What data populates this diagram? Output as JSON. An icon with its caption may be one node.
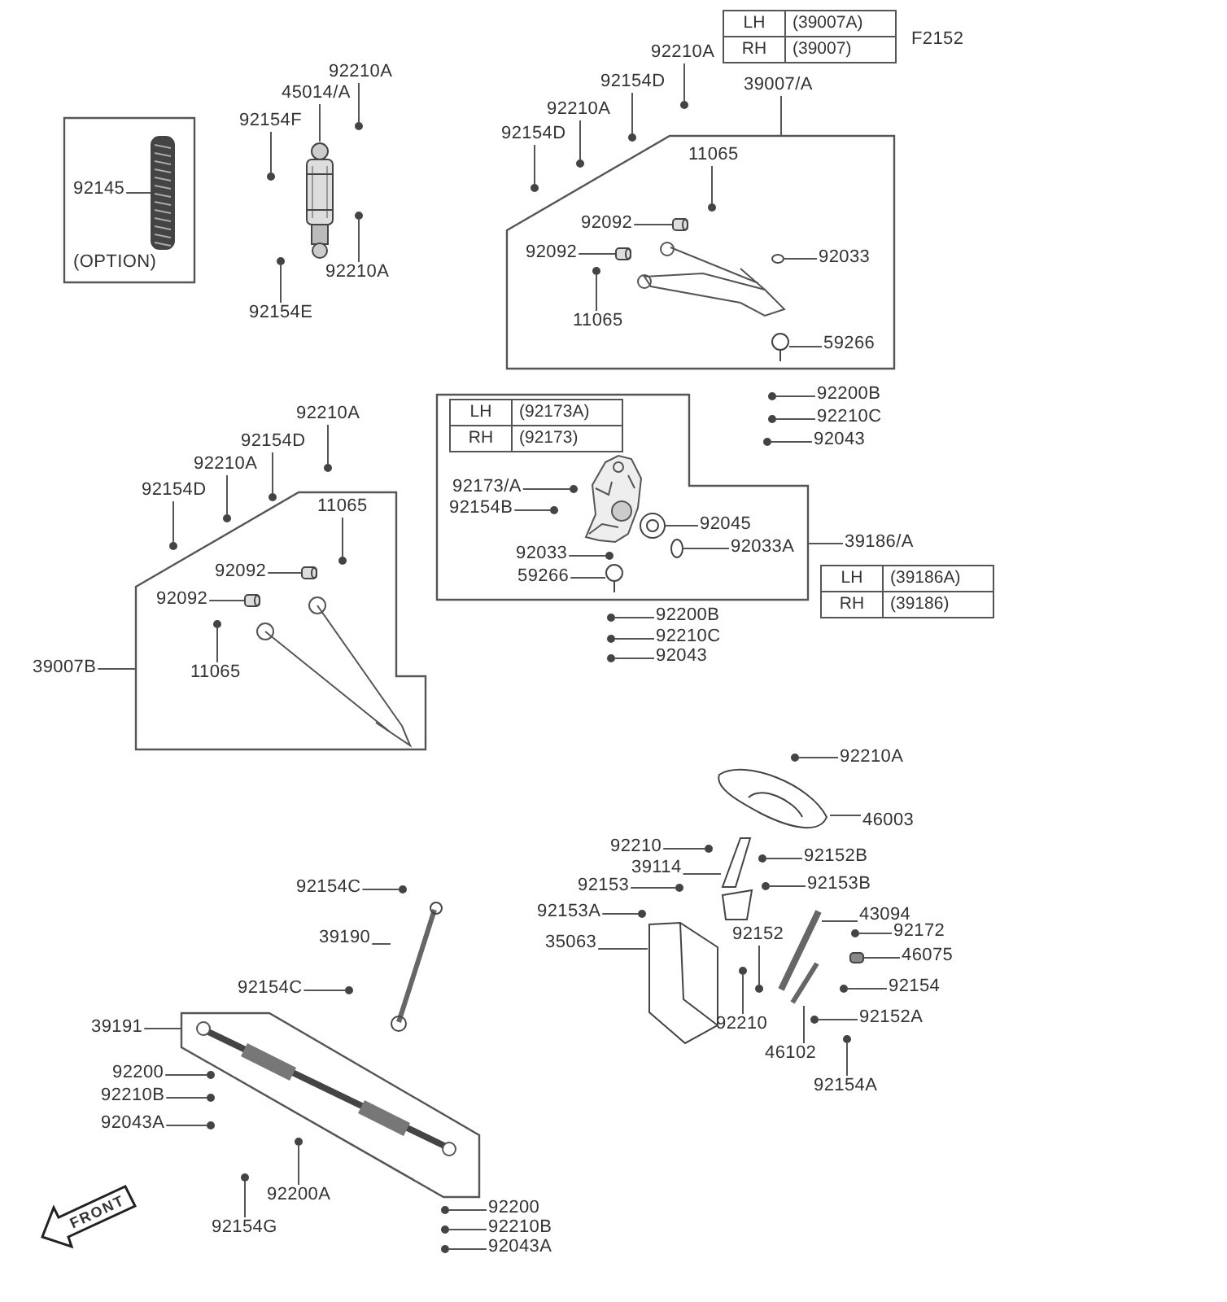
{
  "diagram": {
    "nodes": [
      {
        "text": [
          "(OPTION)"
        ]
      },
      {
        "text": [
          "92145"
        ],
        "in": 0
      },
      {
        "text": [
          "92210A"
        ]
      },
      {
        "text": [
          "45014/A"
        ]
      },
      {
        "text": [
          "92154F"
        ]
      },
      {
        "text": [
          "92210A"
        ]
      },
      {
        "text": [
          "92154E"
        ]
      },
      {
        "text": [
          "92210A"
        ]
      },
      {
        "text": [
          "92154D"
        ]
      },
      {
        "text": [
          "92210A"
        ]
      },
      {
        "text": [
          "92154D"
        ]
      },
      {
        "text": [
          "39007/A"
        ]
      },
      {
        "text": [],
        "shape": "box"
      },
      {
        "text": [
          "11065"
        ],
        "in": 12
      },
      {
        "text": [
          "92092"
        ],
        "in": 12
      },
      {
        "text": [
          "92092"
        ],
        "in": 12
      },
      {
        "text": [
          "92033"
        ],
        "in": 12
      },
      {
        "text": [
          "11065"
        ],
        "in": 12
      },
      {
        "text": [
          "59266"
        ],
        "in": 12
      },
      {
        "text": [
          "92210A"
        ]
      },
      {
        "text": [
          "92154D"
        ]
      },
      {
        "text": [
          "92210A"
        ]
      },
      {
        "text": [
          "92154D"
        ]
      },
      {
        "text": [
          "39007B"
        ]
      },
      {
        "text": [],
        "shape": "box"
      },
      {
        "text": [
          "11065"
        ],
        "in": 24
      },
      {
        "text": [
          "92092"
        ],
        "in": 24
      },
      {
        "text": [
          "92092"
        ],
        "in": 24
      },
      {
        "text": [
          "11065"
        ],
        "in": 24
      },
      {
        "text": [
          "92200B"
        ]
      },
      {
        "text": [
          "92210C"
        ]
      },
      {
        "text": [
          "92043"
        ]
      },
      {
        "text": [],
        "shape": "box"
      },
      {
        "text": [
          "92173/A"
        ],
        "in": 32
      },
      {
        "text": [
          "92154B"
        ],
        "in": 32
      },
      {
        "text": [
          "92045"
        ],
        "in": 32
      },
      {
        "text": [
          "92033A"
        ],
        "in": 32
      },
      {
        "text": [
          "92033"
        ],
        "in": 32
      },
      {
        "text": [
          "59266"
        ],
        "in": 32
      },
      {
        "text": [
          "39186/A"
        ]
      },
      {
        "text": [
          "92200B"
        ]
      },
      {
        "text": [
          "92210C"
        ]
      },
      {
        "text": [
          "92043"
        ]
      },
      {
        "text": [
          "92210A"
        ]
      },
      {
        "text": [
          "46003"
        ]
      },
      {
        "text": [
          "92210"
        ]
      },
      {
        "text": [
          "39114"
        ]
      },
      {
        "text": [
          "92152B"
        ]
      },
      {
        "text": [
          "92153"
        ]
      },
      {
        "text": [
          "92153B"
        ]
      },
      {
        "text": [
          "43094"
        ]
      },
      {
        "text": [
          "92153A"
        ]
      },
      {
        "text": [
          "92172"
        ]
      },
      {
        "text": [
          "92152"
        ]
      },
      {
        "text": [
          "35063"
        ]
      },
      {
        "text": [
          "46075"
        ]
      },
      {
        "text": [
          "92154"
        ]
      },
      {
        "text": [
          "92152A"
        ]
      },
      {
        "text": [
          "92210"
        ]
      },
      {
        "text": [
          "46102"
        ]
      },
      {
        "text": [
          "92154A"
        ]
      },
      {
        "text": [
          "92154C"
        ]
      },
      {
        "text": [
          "39190"
        ]
      },
      {
        "text": [
          "92154C"
        ]
      },
      {
        "text": [
          "39191"
        ]
      },
      {
        "text": [],
        "shape": "box"
      },
      {
        "text": [
          "92200"
        ]
      },
      {
        "text": [
          "92210B"
        ]
      },
      {
        "text": [
          "92043A"
        ]
      },
      {
        "text": [
          "92200A"
        ]
      },
      {
        "text": [
          "92154G"
        ]
      },
      {
        "text": [
          "92200"
        ]
      },
      {
        "text": [
          "92210B"
        ]
      },
      {
        "text": [
          "92043A"
        ]
      },
      {
        "text": [],
        "shape": "picture",
        "in": 0
      },
      {
        "text": [],
        "shape": "circle"
      },
      {
        "text": [],
        "shape": "picture"
      },
      {
        "text": [],
        "shape": "circle"
      },
      {
        "text": [],
        "shape": "circle"
      },
      {
        "text": [],
        "shape": "circle"
      },
      {
        "text": [],
        "shape": "circle"
      },
      {
        "text": [],
        "shape": "circle"
      },
      {
        "text": [],
        "shape": "circle"
      },
      {
        "text": [],
        "shape": "circle"
      },
      {
        "text": [],
        "shape": "circle",
        "in": 12
      },
      {
        "text": [],
        "shape": "cylinder",
        "in": 12
      },
      {
        "text": [],
        "shape": "cylinder",
        "in": 12
      },
      {
        "text": [],
        "shape": "circle",
        "in": 12
      },
      {
        "text": [],
        "shape": "circle",
        "in": 12
      },
      {
        "text": [],
        "shape": "picture",
        "in": 12
      },
      {
        "text": [],
        "shape": "circle"
      },
      {
        "text": [],
        "shape": "circle"
      },
      {
        "text": [],
        "shape": "circle"
      },
      {
        "text": [],
        "shape": "circle"
      },
      {
        "text": [],
        "shape": "circle",
        "in": 24
      },
      {
        "text": [],
        "shape": "cylinder",
        "in": 24
      },
      {
        "text": [],
        "shape": "cylinder",
        "in": 24
      },
      {
        "text": [],
        "shape": "circle",
        "in": 24
      },
      {
        "text": [],
        "shape": "circle"
      },
      {
        "text": [],
        "shape": "circle"
      },
      {
        "text": [],
        "shape": "circle"
      },
      {
        "text": [],
        "shape": "circle",
        "in": 32
      },
      {
        "text": [],
        "shape": "circle",
        "in": 32
      },
      {
        "text": [],
        "shape": "picture",
        "in": 32
      },
      {
        "text": [],
        "shape": "circle",
        "in": 32
      },
      {
        "text": [],
        "shape": "circle",
        "in": 32
      },
      {
        "text": [],
        "shape": "picture",
        "in": 32
      },
      {
        "text": [],
        "shape": "circle"
      },
      {
        "text": [],
        "shape": "circle"
      },
      {
        "text": [],
        "shape": "circle"
      },
      {
        "text": [],
        "shape": "circle"
      },
      {
        "text": [],
        "shape": "picture"
      },
      {
        "text": [],
        "shape": "circle"
      },
      {
        "text": [],
        "shape": "picture"
      },
      {
        "text": [],
        "shape": "circle"
      },
      {
        "text": [],
        "shape": "circle"
      },
      {
        "text": [],
        "shape": "circle"
      },
      {
        "text": [],
        "shape": "picture"
      },
      {
        "text": [],
        "shape": "circle"
      },
      {
        "text": [],
        "shape": "circle"
      },
      {
        "text": [],
        "shape": "circle"
      },
      {
        "text": [],
        "shape": "picture"
      },
      {
        "text": [],
        "shape": "box"
      },
      {
        "text": [],
        "shape": "circle"
      },
      {
        "text": [],
        "shape": "circle"
      },
      {
        "text": [],
        "shape": "circle"
      },
      {
        "text": [],
        "shape": "picture"
      },
      {
        "text": [],
        "shape": "circle"
      },
      {
        "text": [],
        "shape": "circle"
      },
      {
        "text": [],
        "shape": "picture"
      },
      {
        "text": [],
        "shape": "circle"
      },
      {
        "text": [],
        "shape": "circle"
      },
      {
        "text": [],
        "shape": "circle"
      },
      {
        "text": [],
        "shape": "circle"
      },
      {
        "text": [],
        "shape": "circle"
      },
      {
        "text": [],
        "shape": "circle"
      },
      {
        "text": [],
        "shape": "circle"
      },
      {
        "text": [],
        "shape": "circle"
      },
      {
        "text": [],
        "shape": "circle"
      }
    ],
    "edges": [
      {
        "from": 1,
        "to": 74,
        "arrow": "none"
      },
      {
        "from": 2,
        "to": 75,
        "arrow": "none"
      },
      {
        "from": 3,
        "to": 76,
        "arrow": "none"
      },
      {
        "from": 4,
        "to": 77,
        "arrow": "none"
      },
      {
        "from": 5,
        "to": 78,
        "arrow": "none"
      },
      {
        "from": 6,
        "to": 79,
        "arrow": "none"
      },
      {
        "from": 7,
        "to": 80,
        "arrow": "none"
      },
      {
        "from": 8,
        "to": 81,
        "arrow": "none"
      },
      {
        "from": 9,
        "to": 82,
        "arrow": "none"
      },
      {
        "from": 10,
        "to": 83,
        "arrow": "none"
      },
      {
        "from": 11,
        "to": 12,
        "arrow": "none"
      },
      {
        "from": 13,
        "to": 84,
        "arrow": "none"
      },
      {
        "from": 14,
        "to": 85,
        "arrow": "none"
      },
      {
        "from": 15,
        "to": 86,
        "arrow": "none"
      },
      {
        "from": 16,
        "to": 87,
        "arrow": "none"
      },
      {
        "from": 17,
        "to": 88,
        "arrow": "none"
      },
      {
        "from": 18,
        "to": 89,
        "arrow": "none"
      },
      {
        "from": 19,
        "to": 90,
        "arrow": "none"
      },
      {
        "from": 20,
        "to": 91,
        "arrow": "none"
      },
      {
        "from": 21,
        "to": 92,
        "arrow": "none"
      },
      {
        "from": 22,
        "to": 93,
        "arrow": "none"
      },
      {
        "from": 23,
        "to": 24,
        "arrow": "none"
      },
      {
        "from": 25,
        "to": 94,
        "arrow": "none"
      },
      {
        "from": 26,
        "to": 95,
        "arrow": "none"
      },
      {
        "from": 27,
        "to": 96,
        "arrow": "none"
      },
      {
        "from": 28,
        "to": 97,
        "arrow": "none"
      },
      {
        "from": 29,
        "to": 98,
        "arrow": "none"
      },
      {
        "from": 30,
        "to": 99,
        "arrow": "none"
      },
      {
        "from": 31,
        "to": 100,
        "arrow": "none"
      },
      {
        "from": 33,
        "to": 101,
        "arrow": "none"
      },
      {
        "from": 34,
        "to": 102,
        "arrow": "none"
      },
      {
        "from": 35,
        "to": 103,
        "arrow": "none"
      },
      {
        "from": 36,
        "to": 104,
        "arrow": "none"
      },
      {
        "from": 37,
        "to": 105,
        "arrow": "none"
      },
      {
        "from": 38,
        "to": 106,
        "arrow": "none"
      },
      {
        "from": 39,
        "to": 32,
        "arrow": "none"
      },
      {
        "from": 40,
        "to": 107,
        "arrow": "none"
      },
      {
        "from": 41,
        "to": 108,
        "arrow": "none"
      },
      {
        "from": 42,
        "to": 109,
        "arrow": "none"
      },
      {
        "from": 43,
        "to": 110,
        "arrow": "none"
      },
      {
        "from": 44,
        "to": 111,
        "arrow": "none"
      },
      {
        "from": 45,
        "to": 112,
        "arrow": "none"
      },
      {
        "from": 46,
        "to": 113,
        "arrow": "none"
      },
      {
        "from": 47,
        "to": 114,
        "arrow": "none"
      },
      {
        "from": 48,
        "to": 115,
        "arrow": "none"
      },
      {
        "from": 49,
        "to": 116,
        "arrow": "none"
      },
      {
        "from": 50,
        "to": 117,
        "arrow": "none"
      },
      {
        "from": 51,
        "to": 118,
        "arrow": "none"
      },
      {
        "from": 52,
        "to": 119,
        "arrow": "none"
      },
      {
        "from": 53,
        "to": 120,
        "arrow": "none"
      },
      {
        "from": 54,
        "to": 121,
        "arrow": "none"
      },
      {
        "from": 55,
        "to": 122,
        "arrow": "none"
      },
      {
        "from": 56,
        "to": 123,
        "arrow": "none"
      },
      {
        "from": 57,
        "to": 124,
        "arrow": "none"
      },
      {
        "from": 58,
        "to": 125,
        "arrow": "none"
      },
      {
        "from": 59,
        "to": 126,
        "arrow": "none"
      },
      {
        "from": 60,
        "to": 127,
        "arrow": "none"
      },
      {
        "from": 61,
        "to": 128,
        "arrow": "none"
      },
      {
        "from": 62,
        "to": 129,
        "arrow": "none"
      },
      {
        "from": 63,
        "to": 130,
        "arrow": "none"
      },
      {
        "from": 64,
        "to": 65,
        "arrow": "none"
      },
      {
        "from": 66,
        "to": 131,
        "arrow": "none"
      },
      {
        "from": 67,
        "to": 132,
        "arrow": "none"
      },
      {
        "from": 68,
        "to": 133,
        "arrow": "none"
      },
      {
        "from": 69,
        "to": 134,
        "arrow": "none"
      },
      {
        "from": 70,
        "to": 135,
        "arrow": "none"
      },
      {
        "from": 71,
        "to": 136,
        "arrow": "none"
      },
      {
        "from": 72,
        "to": 137,
        "arrow": "none"
      },
      {
        "from": 73,
        "to": 138,
        "arrow": "none"
      }
    ],
    "labels": [
      "LH",
      "(39007A)",
      "RH",
      "(39007)",
      "F2152",
      "LH",
      "(92173A)",
      "RH",
      "(92173)",
      "LH",
      "(39186A)",
      "RH",
      "(39186)",
      "FRONT"
    ]
  }
}
